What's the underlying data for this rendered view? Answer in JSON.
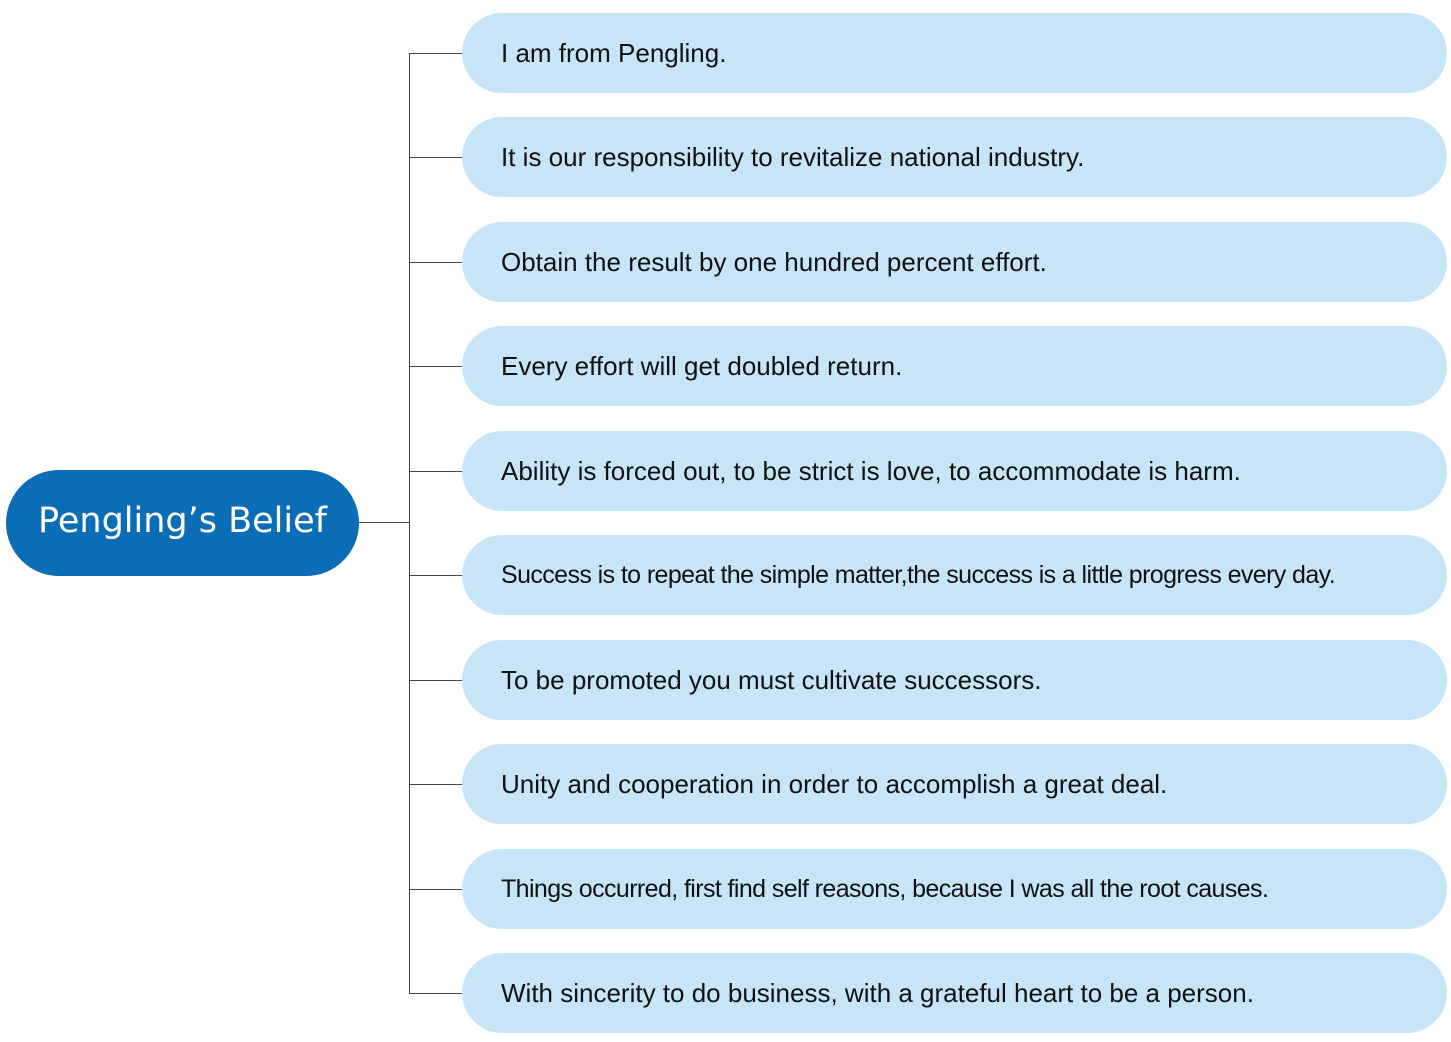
{
  "root": {
    "label": "Pengling’s Belief",
    "color": "#0b6db5"
  },
  "beliefs": [
    "I am from Pengling.",
    "It is our responsibility to revitalize national industry.",
    "Obtain the result by one hundred percent effort.",
    "Every effort will get doubled return.",
    "Ability is forced out, to be strict is love, to accommodate is harm.",
    "Success is to repeat the simple matter,the success is a little progress every day.",
    "To be promoted you must cultivate successors.",
    "Unity and cooperation in order to accomplish a great deal.",
    "Things occurred, first find self reasons, because I was all the root causes.",
    "With sincerity to do business,  with a grateful heart to be a person."
  ],
  "colors": {
    "node_fill": "#c8e5f8",
    "connector": "#444444"
  }
}
